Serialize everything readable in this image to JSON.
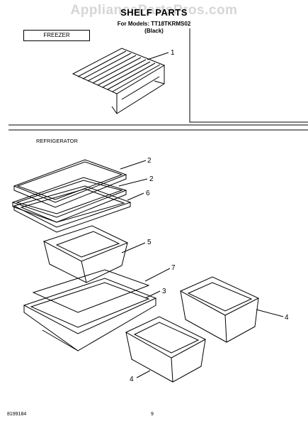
{
  "watermark": "AppliancePartsPros.com",
  "header": {
    "title": "SHELF PARTS",
    "models_line1": "For Models: TT18TKRMS02",
    "models_line2": "(Black)"
  },
  "sections": {
    "freezer": "FREEZER",
    "refrigerator": "REFRIGERATOR"
  },
  "callouts": [
    "1",
    "2",
    "2",
    "6",
    "5",
    "7",
    "3",
    "4",
    "4"
  ],
  "footer": {
    "doc_number": "8199184",
    "page_number": "9"
  }
}
